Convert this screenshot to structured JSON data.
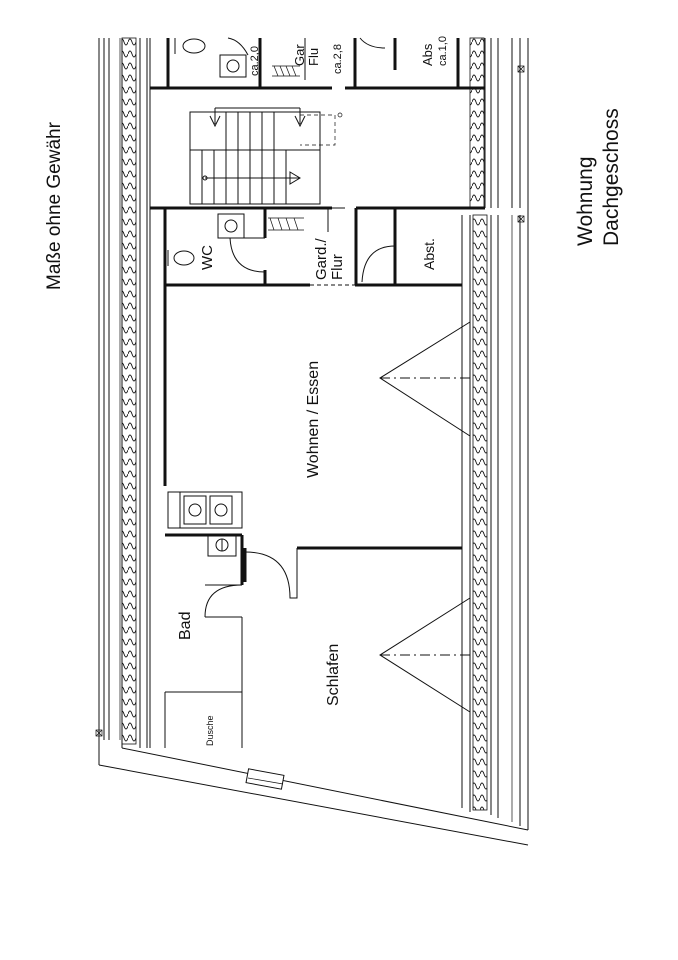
{
  "sheet": {
    "note": "Maße ohne Gewähr",
    "title_line1": "Wohnung",
    "title_line2": "Dachgeschoss"
  },
  "rooms": {
    "wohnen": "Wohnen / Essen",
    "schlafen": "Schlafen",
    "bad": "Bad",
    "dusche": "Dusche",
    "wc": "WC",
    "flur_line1": "Gard./",
    "flur_line2": "Flur",
    "abst": "Abst."
  },
  "neighbor_unit": {
    "wc_area": "ca.2,0",
    "flur_line1": "Gar",
    "flur_line2": "Flu",
    "flur_area": "ca.2,8",
    "abst": "Abs",
    "abst_area": "ca.1,0"
  }
}
